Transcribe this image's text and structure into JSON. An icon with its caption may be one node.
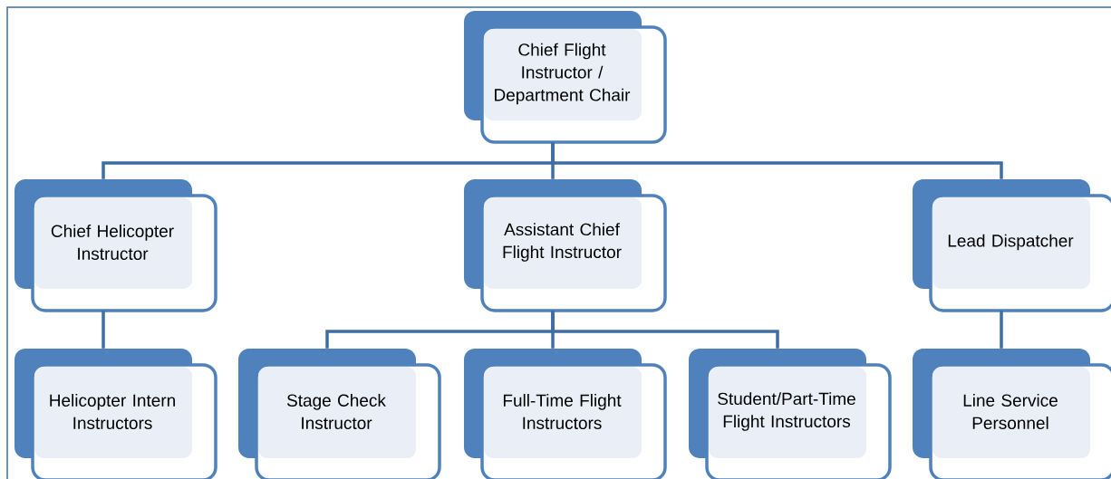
{
  "diagram": {
    "nodes": [
      {
        "text": [
          "Chief Flight Instructor / Department Chair"
        ]
      },
      {
        "text": [
          "Chief Helicopter Instructor"
        ]
      },
      {
        "text": [
          "Assistant Chief Flight Instructor"
        ]
      },
      {
        "text": [
          "Lead Dispatcher"
        ]
      },
      {
        "text": [
          "Helicopter Intern Instructors"
        ]
      },
      {
        "text": [
          "Stage Check Instructor"
        ]
      },
      {
        "text": [
          "Full-Time Flight Instructors"
        ]
      },
      {
        "text": [
          "Student/Part-Time Flight Instructors"
        ]
      },
      {
        "text": [
          "Line Service Personnel"
        ]
      }
    ],
    "edges": [
      {
        "from": 0,
        "to": 1,
        "arrow": "none"
      },
      {
        "from": 0,
        "to": 2,
        "arrow": "none"
      },
      {
        "from": 0,
        "to": 3,
        "arrow": "none"
      },
      {
        "from": 1,
        "to": 4,
        "arrow": "none"
      },
      {
        "from": 2,
        "to": 5,
        "arrow": "none"
      },
      {
        "from": 2,
        "to": 6,
        "arrow": "none"
      },
      {
        "from": 2,
        "to": 7,
        "arrow": "none"
      },
      {
        "from": 3,
        "to": 8,
        "arrow": "none"
      }
    ]
  }
}
